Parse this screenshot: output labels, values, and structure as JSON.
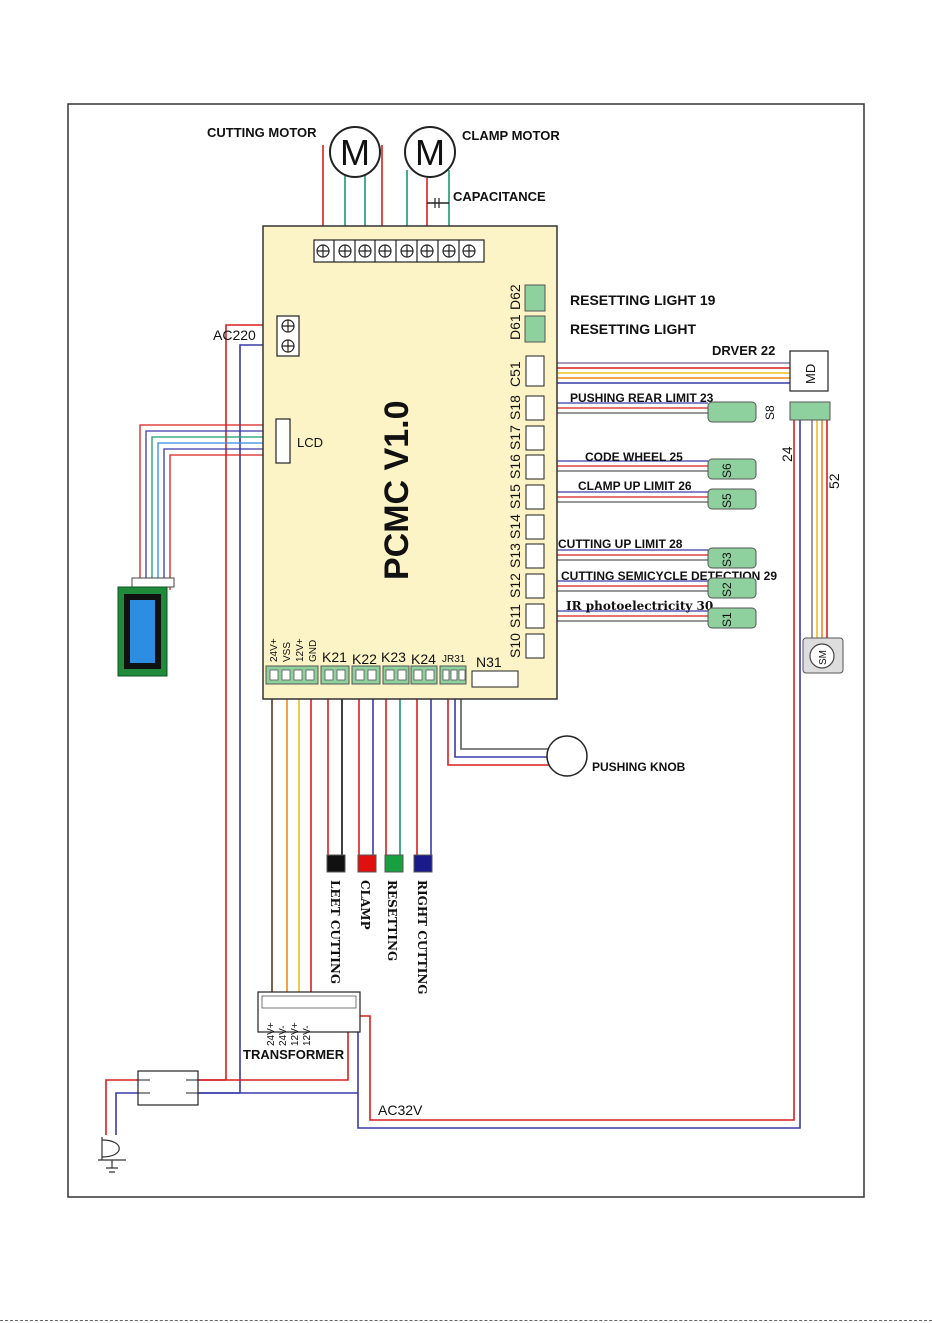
{
  "board": {
    "title": "PCMC V1.0"
  },
  "motors": {
    "cutting": {
      "label": "CUTTING MOTOR",
      "symbol": "M"
    },
    "clamp": {
      "label": "CLAMP MOTOR",
      "symbol": "M"
    },
    "capacitance_label": "CAPACITANCE"
  },
  "power": {
    "ac220": "AC220",
    "ac32v": "AC32V",
    "transformer": "TRANSFORMER"
  },
  "lcd": {
    "label": "LCD"
  },
  "connectors": {
    "d62": "D62",
    "d61": "D61",
    "c51": "C51",
    "s18": "S18",
    "s17": "S17",
    "s16": "S16",
    "s15": "S15",
    "s14": "S14",
    "s13": "S13",
    "s12": "S12",
    "s11": "S11",
    "s10": "S10",
    "k21": "K21",
    "k22": "K22",
    "k23": "K23",
    "k24": "K24",
    "jr31": "JR31",
    "n31": "N31"
  },
  "power_pins": [
    "24V+",
    "VSS",
    "12V+",
    "GND"
  ],
  "transformer_pins": [
    "24V+",
    "24V-",
    "12V+",
    "12V-"
  ],
  "indicators": {
    "light19": "RESETTING LIGHT 19",
    "light": "RESETTING LIGHT"
  },
  "driver": {
    "label": "DRVER 22",
    "md": "MD",
    "sm": "SM",
    "wire24": "24",
    "wire52": "52"
  },
  "sensors": {
    "pushing_rear": {
      "label": "PUSHING REAR LIMIT 23",
      "id": "S8"
    },
    "code_wheel": {
      "label": "CODE WHEEL 25",
      "id": "S6"
    },
    "clamp_up": {
      "label": "CLAMP UP LIMIT 26",
      "id": "S5"
    },
    "cutting_up": {
      "label": "CUTTING UP LIMIT 28",
      "id": "S3"
    },
    "semicycle": {
      "label": "CUTTING SEMICYCLE DETECTION 29",
      "id": "S2"
    },
    "ir": {
      "label": "IR photoelectricity 30",
      "id": "S1"
    }
  },
  "knob": {
    "label": "PUSHING KNOB"
  },
  "buttons": {
    "left_cutting": {
      "label": "LEET CUTTING",
      "color": "#111111"
    },
    "clamp": {
      "label": "CLAMP",
      "color": "#e01010"
    },
    "resetting": {
      "label": "RESETTING",
      "color": "#18a040"
    },
    "right_cutting": {
      "label": "RIGHT CUTTING",
      "color": "#1a1a8a"
    }
  },
  "colors": {
    "board": "#fcf3c6",
    "green_part": "#8fd19e",
    "wire_red": "#d81e1e",
    "wire_blue": "#3a3aa8",
    "wire_green": "#1a9a6a",
    "wire_orange": "#f08a1a",
    "wire_yellow": "#e8c020",
    "wire_brown": "#5a3a1a",
    "lcd_screen": "#2d8de0",
    "lcd_frame": "#1e8a3a"
  }
}
